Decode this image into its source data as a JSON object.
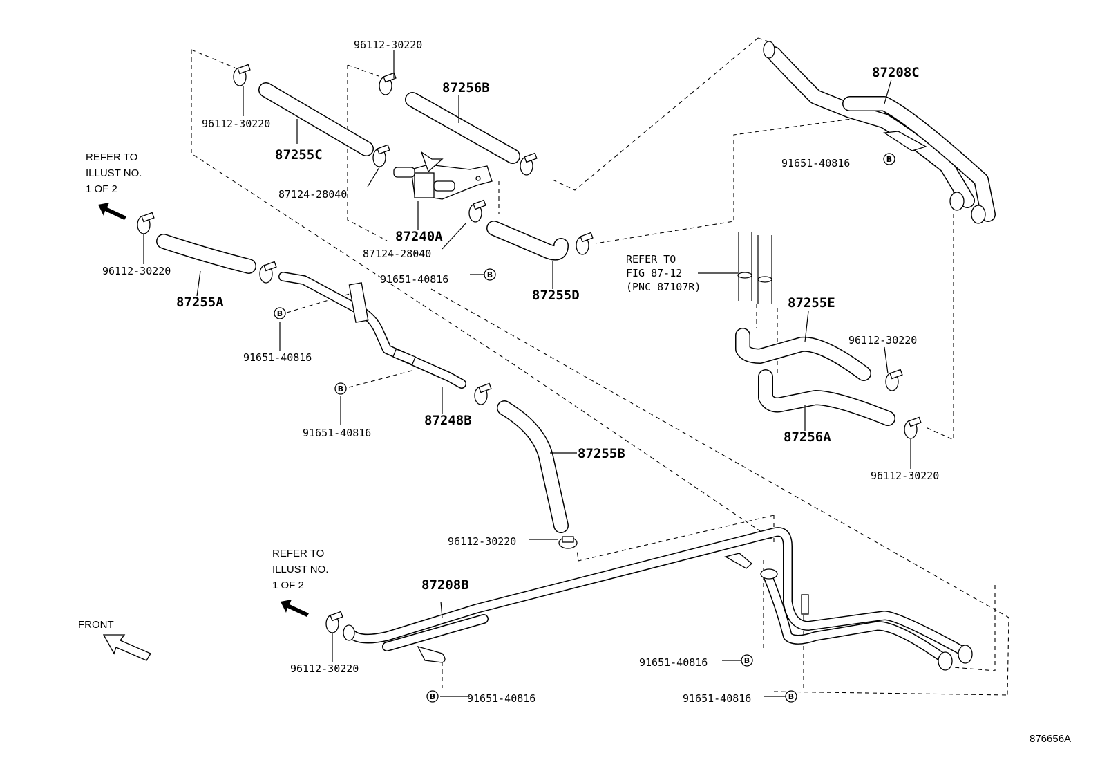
{
  "diagram": {
    "parts": {
      "p87255C": "87255C",
      "p87256B": "87256B",
      "p87208C": "87208C",
      "p87255A": "87255A",
      "p87240A": "87240A",
      "p87255D": "87255D",
      "p87248B": "87248B",
      "p87255B": "87255B",
      "p87255E": "87255E",
      "p87256A": "87256A",
      "p87208B": "87208B"
    },
    "part_numbers": {
      "clamp_top": "96112-30220",
      "clamp_left_top": "96112-30220",
      "clamp_left_mid": "96112-30220",
      "clamp_right_upper": "96112-30220",
      "clamp_right_lower": "96112-30220",
      "clamp_center": "96112-30220",
      "clamp_bottom": "96112-30220",
      "clamp_valve_upper": "87124-28040",
      "clamp_valve_lower": "87124-28040",
      "bolt_top_right": "91651-40816",
      "bolt_valve": "91651-40816",
      "bolt_pipe_upper": "91651-40816",
      "bolt_pipe_lower": "91651-40816",
      "bolt_bottom_left": "91651-40816",
      "bolt_bottom_right_1": "91651-40816",
      "bolt_bottom_right_2": "91651-40816"
    },
    "bolt_mark": "B",
    "refer_notes": {
      "top_left": [
        "REFER TO",
        "ILLUST NO.",
        "1 OF 2"
      ],
      "bottom_left": [
        "REFER TO",
        "ILLUST NO.",
        "1 OF 2"
      ],
      "fig": [
        "REFER TO",
        "FIG 87-12",
        "(PNC 87107R)"
      ]
    },
    "front_label": "FRONT",
    "illustration_code": "876656A"
  }
}
